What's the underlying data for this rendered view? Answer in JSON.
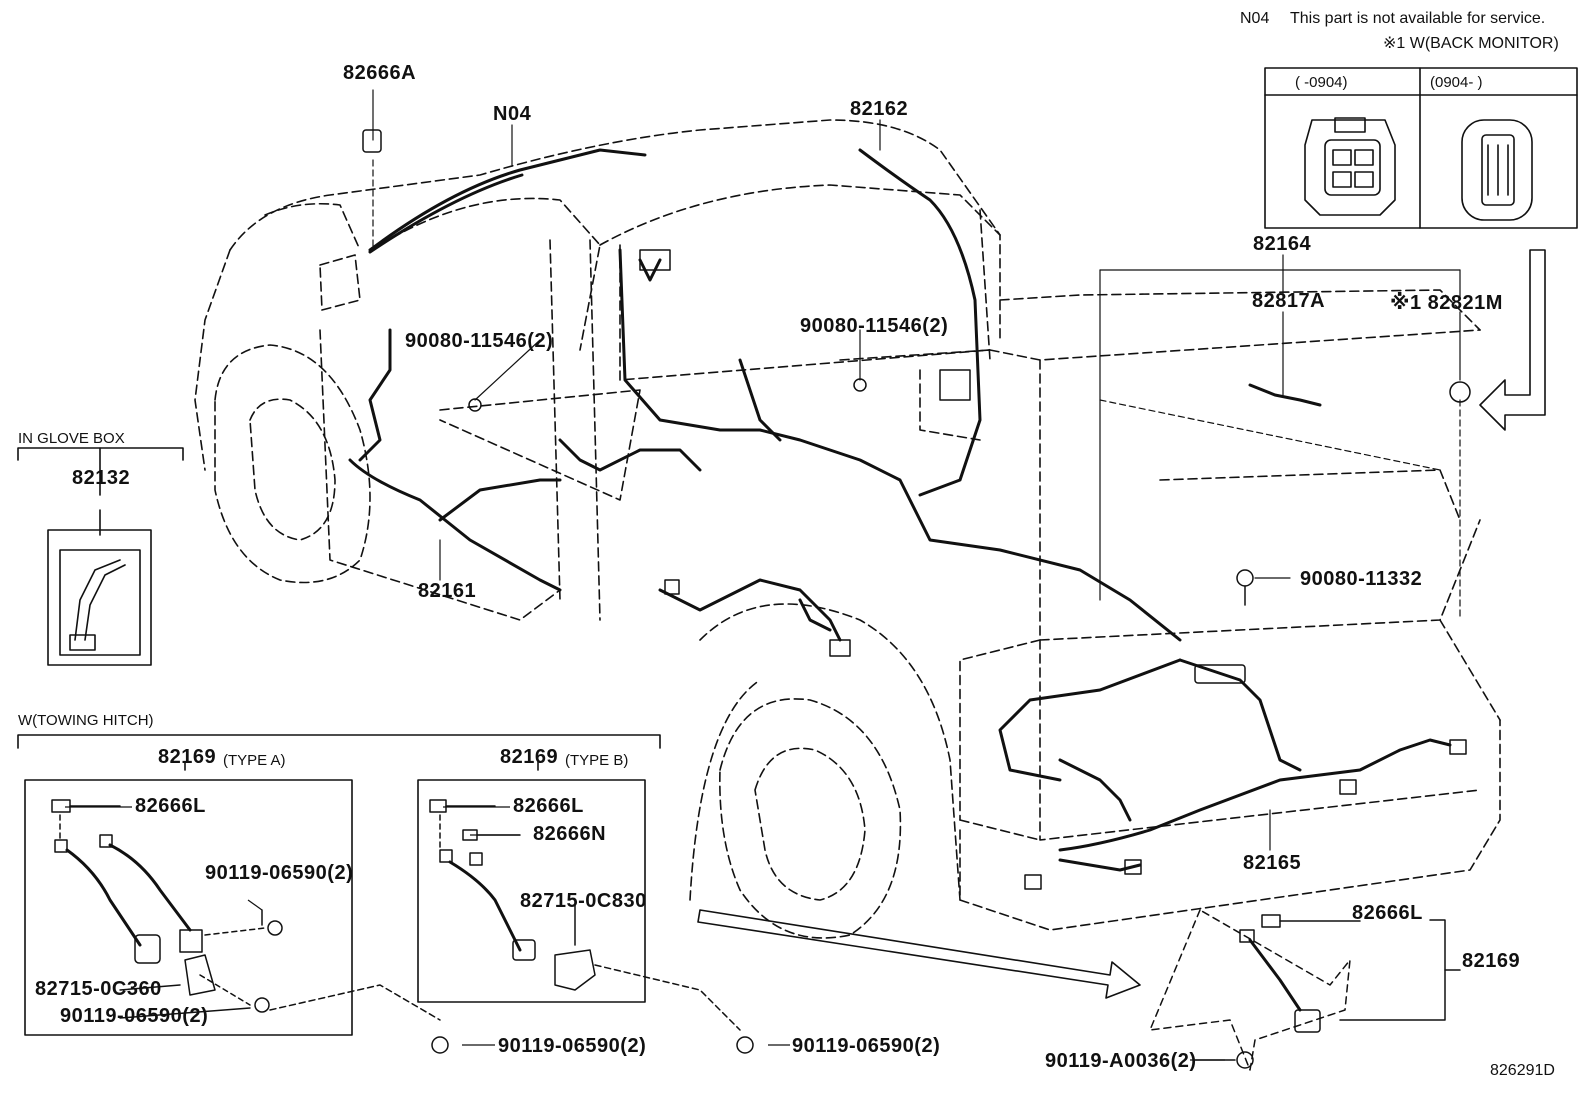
{
  "header": {
    "note_code": "N04",
    "note_text": "This part is not available for service.",
    "footnote": "※1 W(BACK MONITOR)"
  },
  "connector_inset": {
    "left_range": "(    -0904)",
    "right_range": "(0904-    )"
  },
  "parts": {
    "p82666A": "82666A",
    "pN04": "N04",
    "p82162": "82162",
    "p82164": "82164",
    "p82817A": "82817A",
    "p82821M": "※1 82821M",
    "p90080_11546_left": "90080-11546(2)",
    "p90080_11546_right": "90080-11546(2)",
    "p90080_11332": "90080-11332",
    "p82161": "82161",
    "p82165": "82165",
    "p82666L_c": "82666L",
    "p82169_c": "82169",
    "p90119_A0036": "90119-A0036(2)",
    "p90119_06590_bl": "90119-06590(2)",
    "p90119_06590_bm": "90119-06590(2)"
  },
  "glove_box": {
    "title": "IN GLOVE BOX",
    "part": "82132"
  },
  "towing_hitch": {
    "title": "W(TOWING HITCH)",
    "type_a": {
      "part": "82169",
      "type": "(TYPE A)",
      "p82666L": "82666L",
      "p90119_top": "90119-06590(2)",
      "p82715": "82715-0C360",
      "p90119_bottom": "90119-06590(2)"
    },
    "type_b": {
      "part": "82169",
      "type": "(TYPE B)",
      "p82666L": "82666L",
      "p82666N": "82666N",
      "p82715": "82715-0C830"
    }
  },
  "diagram_id": "826291D"
}
